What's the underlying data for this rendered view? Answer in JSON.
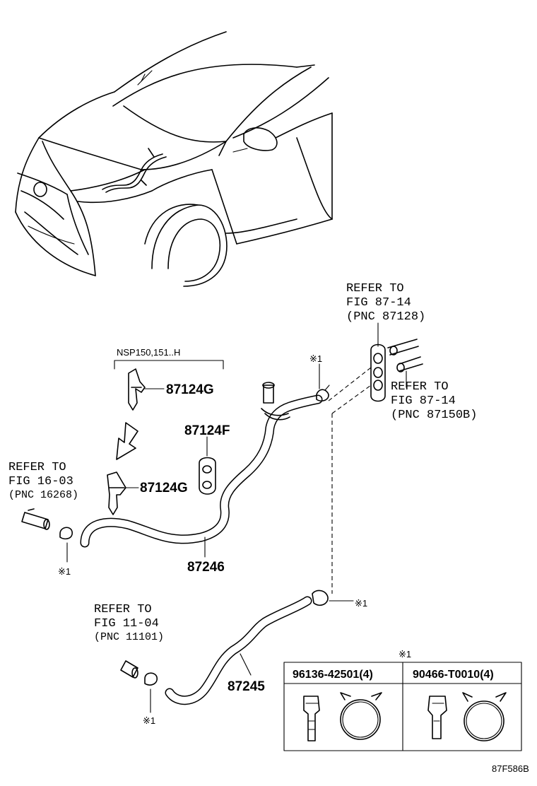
{
  "parts": {
    "p87124G_top": "87124G",
    "p87124F": "87124F",
    "p87124G_mid": "87124G",
    "p87246": "87246",
    "p87245": "87245"
  },
  "notes": {
    "bracket_label": "NSP150,151..H",
    "marker": "※1",
    "ref_87128": [
      "REFER TO",
      "FIG 87-14",
      "(PNC 87128)"
    ],
    "ref_87150B": [
      "REFER TO",
      "FIG 87-14",
      "(PNC 87150B)"
    ],
    "ref_16268": [
      "REFER TO",
      "FIG 16-03",
      "(PNC 16268)"
    ],
    "ref_11101": [
      "REFER TO",
      "FIG 11-04",
      "(PNC 11101)"
    ]
  },
  "table": {
    "marker": "※1",
    "col1": "96136-42501(4)",
    "col2": "90466-T0010(4)"
  },
  "figure_code": "87F586B"
}
